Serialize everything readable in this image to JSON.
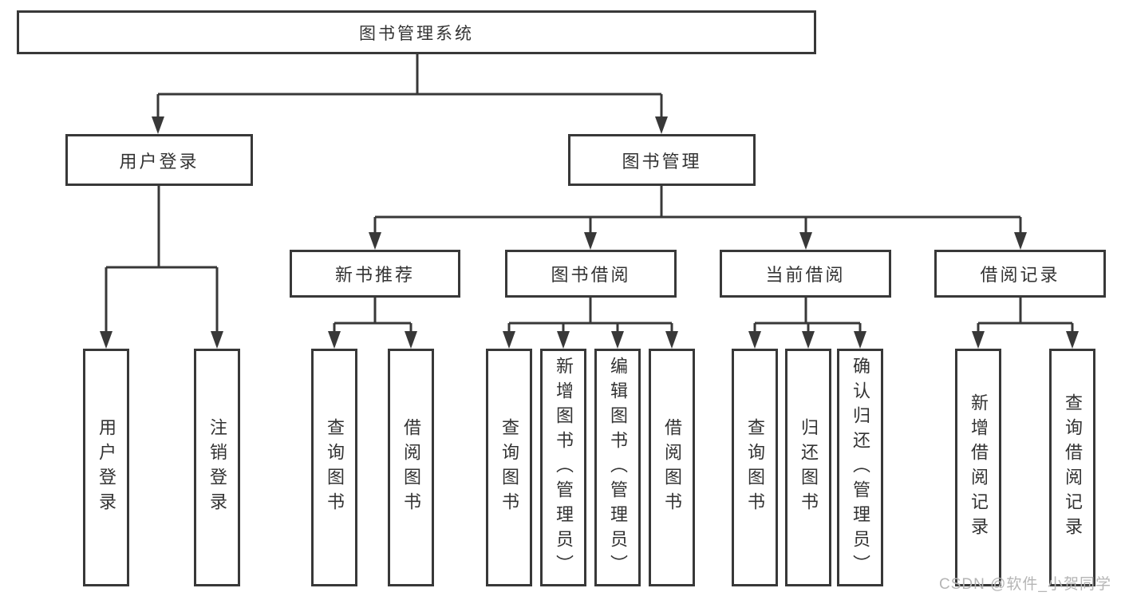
{
  "diagram": {
    "root": {
      "label": "图书管理系统"
    },
    "branches": [
      {
        "label": "用户登录",
        "children": [
          {
            "label": "用户登录"
          },
          {
            "label": "注销登录"
          }
        ]
      },
      {
        "label": "图书管理",
        "children": [
          {
            "label": "新书推荐",
            "children": [
              {
                "label": "查询图书"
              },
              {
                "label": "借阅图书"
              }
            ]
          },
          {
            "label": "图书借阅",
            "children": [
              {
                "label": "查询图书"
              },
              {
                "label": "新增图书（管理员）"
              },
              {
                "label": "编辑图书（管理员）"
              },
              {
                "label": "借阅图书"
              }
            ]
          },
          {
            "label": "当前借阅",
            "children": [
              {
                "label": "查询图书"
              },
              {
                "label": "归还图书"
              },
              {
                "label": "确认归还（管理员）"
              }
            ]
          },
          {
            "label": "借阅记录",
            "children": [
              {
                "label": "新增借阅记录"
              },
              {
                "label": "查询借阅记录"
              }
            ]
          }
        ]
      }
    ]
  },
  "watermark": "CSDN @软件_小贺同学",
  "colors": {
    "line": "#383838",
    "text": "#333333",
    "background": "#ffffff",
    "watermark": "#b5b5b5"
  }
}
